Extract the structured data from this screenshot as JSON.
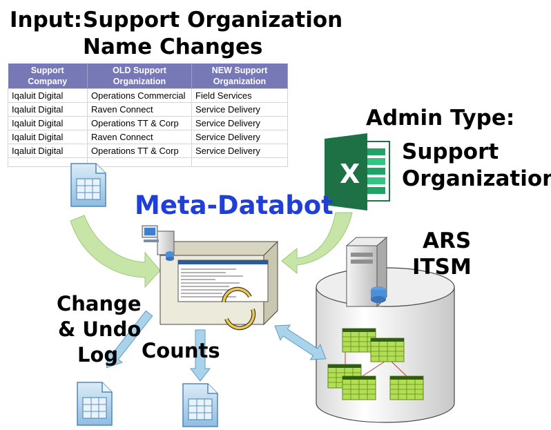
{
  "input": {
    "label": "Input:",
    "title_line1": "Support Organization",
    "title_line2": "Name Changes"
  },
  "table": {
    "headers": [
      "Support Company",
      "OLD Support Organization",
      "NEW Support Organization"
    ],
    "header_lines": [
      [
        "Support",
        "Company"
      ],
      [
        "OLD Support",
        "Organization"
      ],
      [
        "NEW Support",
        "Organization"
      ]
    ],
    "rows": [
      [
        "Iqaluit Digital",
        "Operations Commercial",
        "Field Services"
      ],
      [
        "Iqaluit Digital",
        "Raven Connect",
        "Service Delivery"
      ],
      [
        "Iqaluit Digital",
        "Operations TT & Corp",
        "Service Delivery"
      ],
      [
        "Iqaluit Digital",
        "Raven Connect",
        "Service Delivery"
      ],
      [
        "Iqaluit Digital",
        "Operations TT & Corp",
        "Service Delivery"
      ]
    ],
    "header_color": "#7778b6"
  },
  "admin": {
    "label": "Admin Type:",
    "value_line1": "Support",
    "value_line2": "Organization",
    "excel_icon": "excel-icon",
    "excel_letter": "X",
    "excel_color": "#1e7145"
  },
  "bot": {
    "title": "Meta-Databot",
    "title_color": "#1f3fd6",
    "icon": "computer-server-icon"
  },
  "ars": {
    "line1": "ARS",
    "line2": "ITSM",
    "icon": "database-server-icon"
  },
  "outputs": {
    "log_line1": "Change",
    "log_line2": "& Undo",
    "log_line3": "Log",
    "counts": "Counts",
    "doc_icon": "spreadsheet-document-icon"
  },
  "colors": {
    "arrow_fill": "#c6e5a6",
    "arrow_blue": "#a9d3ea",
    "panel": "#ecebdb",
    "table_green": "#b2dd55"
  }
}
